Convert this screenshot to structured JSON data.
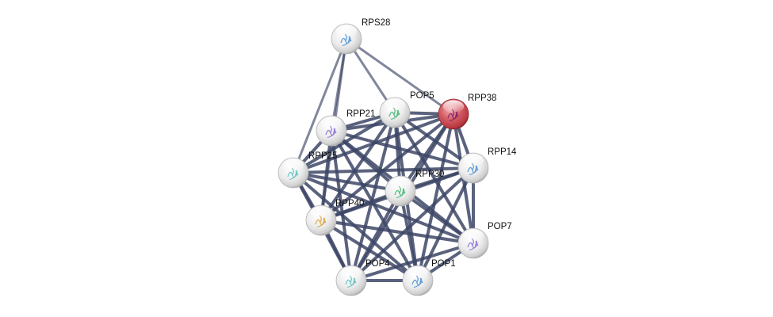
{
  "title": "Protein interaction network",
  "colors": {
    "edge": "#3d4766",
    "node_default": "#e6e6e6",
    "node_query": "#c8474f"
  },
  "nodes": [
    {
      "id": "RPS28",
      "label": "RPS28",
      "query": false
    },
    {
      "id": "POP5",
      "label": "POP5",
      "query": false
    },
    {
      "id": "RPP38",
      "label": "RPP38",
      "query": true
    },
    {
      "id": "RPP21",
      "label": "RPP21",
      "query": false
    },
    {
      "id": "RPP25",
      "label": "RPP25",
      "query": false
    },
    {
      "id": "RPP14",
      "label": "RPP14",
      "query": false
    },
    {
      "id": "RPP30",
      "label": "RPP30",
      "query": false
    },
    {
      "id": "RPP40",
      "label": "RPP40",
      "query": false
    },
    {
      "id": "POP7",
      "label": "POP7",
      "query": false
    },
    {
      "id": "POP4",
      "label": "POP4",
      "query": false
    },
    {
      "id": "POP1",
      "label": "POP1",
      "query": false
    }
  ],
  "edges": [
    [
      "RPS28",
      "RPP21"
    ],
    [
      "RPS28",
      "RPP25"
    ],
    [
      "RPS28",
      "POP5"
    ],
    [
      "RPS28",
      "RPP38"
    ],
    [
      "RPS28",
      "RPP40"
    ],
    [
      "POP5",
      "RPP38"
    ],
    [
      "POP5",
      "RPP21"
    ],
    [
      "POP5",
      "RPP25"
    ],
    [
      "POP5",
      "RPP14"
    ],
    [
      "POP5",
      "RPP30"
    ],
    [
      "POP5",
      "RPP40"
    ],
    [
      "POP5",
      "POP7"
    ],
    [
      "POP5",
      "POP4"
    ],
    [
      "POP5",
      "POP1"
    ],
    [
      "RPP38",
      "RPP21"
    ],
    [
      "RPP38",
      "RPP25"
    ],
    [
      "RPP38",
      "RPP14"
    ],
    [
      "RPP38",
      "RPP30"
    ],
    [
      "RPP38",
      "RPP40"
    ],
    [
      "RPP38",
      "POP7"
    ],
    [
      "RPP38",
      "POP4"
    ],
    [
      "RPP38",
      "POP1"
    ],
    [
      "RPP21",
      "RPP25"
    ],
    [
      "RPP21",
      "RPP14"
    ],
    [
      "RPP21",
      "RPP30"
    ],
    [
      "RPP21",
      "RPP40"
    ],
    [
      "RPP21",
      "POP7"
    ],
    [
      "RPP21",
      "POP4"
    ],
    [
      "RPP21",
      "POP1"
    ],
    [
      "RPP25",
      "RPP14"
    ],
    [
      "RPP25",
      "RPP30"
    ],
    [
      "RPP25",
      "RPP40"
    ],
    [
      "RPP25",
      "POP7"
    ],
    [
      "RPP25",
      "POP4"
    ],
    [
      "RPP25",
      "POP1"
    ],
    [
      "RPP14",
      "RPP30"
    ],
    [
      "RPP14",
      "RPP40"
    ],
    [
      "RPP14",
      "POP7"
    ],
    [
      "RPP14",
      "POP4"
    ],
    [
      "RPP14",
      "POP1"
    ],
    [
      "RPP30",
      "RPP40"
    ],
    [
      "RPP30",
      "POP7"
    ],
    [
      "RPP30",
      "POP4"
    ],
    [
      "RPP30",
      "POP1"
    ],
    [
      "RPP40",
      "POP7"
    ],
    [
      "RPP40",
      "POP4"
    ],
    [
      "RPP40",
      "POP1"
    ],
    [
      "POP7",
      "POP4"
    ],
    [
      "POP7",
      "POP1"
    ],
    [
      "POP4",
      "POP1"
    ]
  ]
}
